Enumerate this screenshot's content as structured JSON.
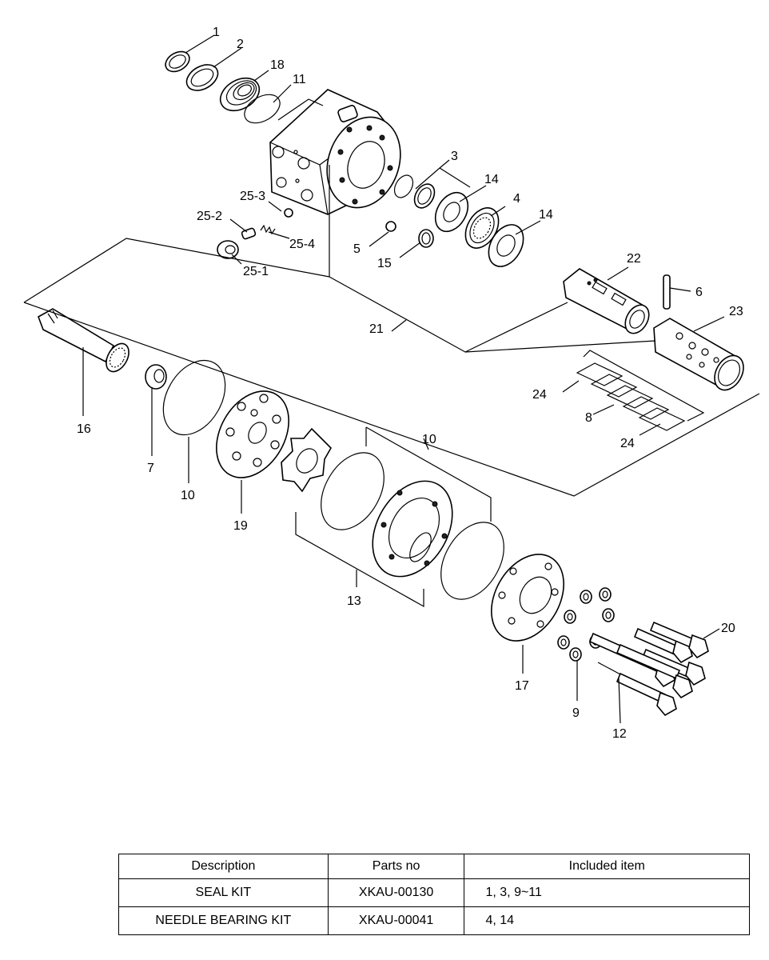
{
  "callouts": {
    "c1": "1",
    "c2": "2",
    "c18": "18",
    "c11": "11",
    "c3": "3",
    "c14a": "14",
    "c4": "4",
    "c14b": "14",
    "c25_3": "25-3",
    "c25_2": "25-2",
    "c25_4": "25-4",
    "c25_1": "25-1",
    "c5": "5",
    "c15": "15",
    "c22": "22",
    "c6": "6",
    "c23": "23",
    "c21": "21",
    "c24a": "24",
    "c8": "8",
    "c24b": "24",
    "c16": "16",
    "c7": "7",
    "c10a": "10",
    "c19": "19",
    "c10b": "10",
    "c13": "13",
    "c17": "17",
    "c9": "9",
    "c12": "12",
    "c20": "20"
  },
  "table": {
    "headers": [
      "Description",
      "Parts no",
      "Included item"
    ],
    "rows": [
      [
        "SEAL KIT",
        "XKAU-00130",
        "1, 3, 9~11"
      ],
      [
        "NEEDLE BEARING KIT",
        "XKAU-00041",
        "4, 14"
      ]
    ]
  }
}
